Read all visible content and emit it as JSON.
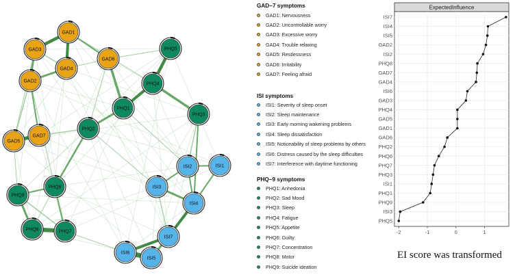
{
  "network": {
    "colors": {
      "GAD": "#E8A317",
      "ISI": "#56B4E9",
      "PHQ": "#0F8A5F"
    },
    "nodes": [
      {
        "id": "GAD1",
        "group": "GAD"
      },
      {
        "id": "GAD2",
        "group": "GAD"
      },
      {
        "id": "GAD3",
        "group": "GAD"
      },
      {
        "id": "GAD4",
        "group": "GAD"
      },
      {
        "id": "GAD5",
        "group": "GAD"
      },
      {
        "id": "GAD6",
        "group": "GAD"
      },
      {
        "id": "GAD7",
        "group": "GAD"
      },
      {
        "id": "ISI1",
        "group": "ISI"
      },
      {
        "id": "ISI2",
        "group": "ISI"
      },
      {
        "id": "ISI3",
        "group": "ISI"
      },
      {
        "id": "ISI4",
        "group": "ISI"
      },
      {
        "id": "ISI5",
        "group": "ISI"
      },
      {
        "id": "ISI6",
        "group": "ISI"
      },
      {
        "id": "ISI7",
        "group": "ISI"
      },
      {
        "id": "PHQ1",
        "group": "PHQ"
      },
      {
        "id": "PHQ2",
        "group": "PHQ"
      },
      {
        "id": "PHQ3",
        "group": "PHQ"
      },
      {
        "id": "PHQ4",
        "group": "PHQ"
      },
      {
        "id": "PHQ5",
        "group": "PHQ"
      },
      {
        "id": "PHQ6",
        "group": "PHQ"
      },
      {
        "id": "PHQ7",
        "group": "PHQ"
      },
      {
        "id": "PHQ8",
        "group": "PHQ"
      },
      {
        "id": "PHQ9",
        "group": "PHQ"
      }
    ],
    "edges": [
      [
        "GAD1",
        "GAD3",
        4.5
      ],
      [
        "GAD1",
        "GAD4",
        4
      ],
      [
        "GAD3",
        "GAD2",
        3
      ],
      [
        "GAD4",
        "GAD2",
        3
      ],
      [
        "GAD3",
        "GAD4",
        1.5
      ],
      [
        "GAD2",
        "GAD7",
        2
      ],
      [
        "GAD5",
        "GAD7",
        5
      ],
      [
        "GAD2",
        "GAD5",
        1.5
      ],
      [
        "GAD6",
        "PHQ1",
        3.5
      ],
      [
        "GAD4",
        "GAD6",
        1
      ],
      [
        "GAD1",
        "GAD6",
        2
      ],
      [
        "PHQ5",
        "PHQ4",
        4.5
      ],
      [
        "PHQ4",
        "PHQ3",
        3.5
      ],
      [
        "PHQ4",
        "PHQ1",
        4
      ],
      [
        "PHQ1",
        "PHQ2",
        3
      ],
      [
        "PHQ2",
        "GAD6",
        1
      ],
      [
        "PHQ2",
        "PHQ6",
        2.5
      ],
      [
        "PHQ6",
        "PHQ9",
        2
      ],
      [
        "PHQ9",
        "PHQ8",
        3
      ],
      [
        "PHQ8",
        "PHQ7",
        6
      ],
      [
        "PHQ6",
        "PHQ7",
        2
      ],
      [
        "GAD5",
        "PHQ9",
        1
      ],
      [
        "PHQ3",
        "ISI2",
        1.5
      ],
      [
        "PHQ3",
        "ISI4",
        2
      ],
      [
        "ISI2",
        "ISI1",
        2
      ],
      [
        "ISI2",
        "ISI3",
        2
      ],
      [
        "ISI3",
        "ISI4",
        3
      ],
      [
        "ISI2",
        "ISI4",
        2
      ],
      [
        "ISI1",
        "ISI4",
        2
      ],
      [
        "ISI4",
        "ISI7",
        4
      ],
      [
        "ISI7",
        "ISI6",
        4
      ],
      [
        "ISI6",
        "ISI5",
        7
      ],
      [
        "ISI7",
        "ISI5",
        3
      ],
      [
        "ISI3",
        "ISI7",
        1.5
      ],
      [
        "PHQ7",
        "ISI6",
        1
      ],
      [
        "PHQ2",
        "ISI3",
        1
      ],
      [
        "PHQ1",
        "ISI2",
        1
      ],
      [
        "GAD7",
        "PHQ2",
        1.5
      ],
      [
        "GAD2",
        "PHQ6",
        1
      ],
      [
        "GAD3",
        "GAD5",
        1
      ],
      [
        "GAD1",
        "PHQ4",
        1
      ],
      [
        "GAD6",
        "PHQ5",
        1
      ],
      [
        "PHQ9",
        "PHQ7",
        1.5
      ],
      [
        "PHQ8",
        "PHQ6",
        1
      ]
    ]
  },
  "legend": {
    "colors": {
      "GAD": "#E8A317",
      "ISI": "#56B4E9",
      "PHQ": "#0F8A5F"
    },
    "gad_title": "GAD−7 symptoms",
    "gad": [
      "GAD1: Nervousness",
      "GAD2: Uncontrollable worry",
      "GAD3: Excessive worry",
      "GAD4: Trouble relaxing",
      "GAD5: Restlessness",
      "GAD6: Irritability",
      "GAD7: Feeling afraid"
    ],
    "isi_title": "ISI symptoms",
    "isi": [
      "ISI1: Severity of sleep onset",
      "ISI2: Sleep maintenance",
      "ISI3: Early morning wakening problems",
      "ISI4: Sleep dissatisfaction",
      "ISI5: Noticeability of sleep problems by others",
      "ISI6: Distress caused by the sleep difficulties",
      "ISI7: Interference with daytime functioning"
    ],
    "phq_title": "PHQ−9 symptoms",
    "phq": [
      "PHQ1: Anhedonia",
      "PHQ2: Sad Mood",
      "PHQ3: Sleep",
      "PHQ4: Fatigue",
      "PHQ5: Appetite",
      "PHQ6: Guilty",
      "PHQ7: Concentration",
      "PHQ8: Motor",
      "PHQ9: Suicide ideation"
    ]
  },
  "chart_data": {
    "type": "line",
    "strip_label": "ExpectedInfluence",
    "categories": [
      "ISI7",
      "ISI4",
      "ISI5",
      "GAD2",
      "ISI2",
      "PHQ8",
      "GAD7",
      "GAD4",
      "ISI6",
      "GAD3",
      "PHQ4",
      "GAD5",
      "GAD1",
      "GAD6",
      "PHQ2",
      "PHQ6",
      "PHQ7",
      "PHQ3",
      "ISI1",
      "PHQ1",
      "PHQ9",
      "ISI3",
      "PHQ5"
    ],
    "values": [
      1.75,
      1.12,
      1.1,
      1.05,
      0.95,
      0.75,
      0.73,
      0.7,
      0.4,
      0.35,
      0.05,
      0.05,
      0.05,
      -0.3,
      -0.4,
      -0.6,
      -0.75,
      -0.8,
      -0.85,
      -0.9,
      -1.15,
      -1.95,
      -2.0
    ],
    "xticks": [
      -2,
      -1,
      0,
      1
    ],
    "xlim": [
      -2.15,
      1.85
    ],
    "grid": true
  },
  "caption": "EI score was transformed"
}
